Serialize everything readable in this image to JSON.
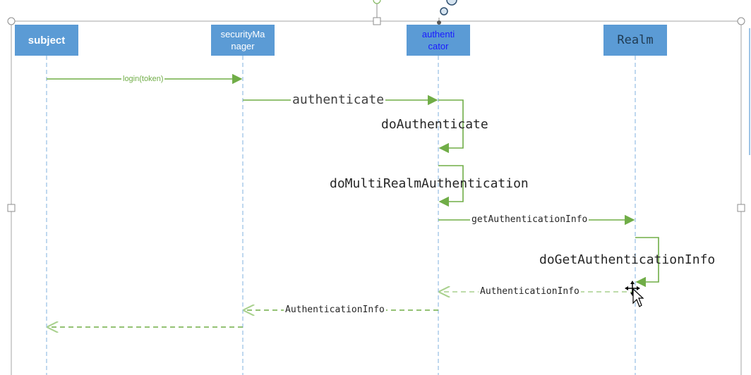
{
  "participants": {
    "subject": "subject",
    "security_manager": "securityMa\nnager",
    "authenticator": "authenti\ncator",
    "realm": "Realm"
  },
  "messages": {
    "login": "login(token)",
    "authenticate": "authenticate",
    "do_authenticate": "doAuthenticate",
    "do_multi_realm": "doMultiRealmAuthentication",
    "get_auth_info": "getAuthenticationInfo",
    "do_get_auth_info": "doGetAuthenticationInfo",
    "return_auth_info_realm": "AuthenticationInfo",
    "return_auth_info_auth": "AuthenticationInfo"
  },
  "colors": {
    "participant_fill": "#5b9bd5",
    "arrow": "#70ad47",
    "lifeline": "#9dc3e6",
    "selection": "#a6a6a6"
  }
}
